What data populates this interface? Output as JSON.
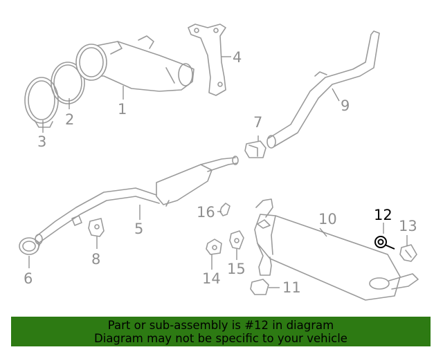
{
  "diagram": {
    "callouts": [
      {
        "id": "1",
        "label": "1"
      },
      {
        "id": "2",
        "label": "2"
      },
      {
        "id": "3",
        "label": "3"
      },
      {
        "id": "4",
        "label": "4"
      },
      {
        "id": "5",
        "label": "5"
      },
      {
        "id": "6",
        "label": "6"
      },
      {
        "id": "7",
        "label": "7"
      },
      {
        "id": "8",
        "label": "8"
      },
      {
        "id": "9",
        "label": "9"
      },
      {
        "id": "10",
        "label": "10"
      },
      {
        "id": "11",
        "label": "11"
      },
      {
        "id": "12",
        "label": "12"
      },
      {
        "id": "13",
        "label": "13"
      },
      {
        "id": "14",
        "label": "14"
      },
      {
        "id": "15",
        "label": "15"
      },
      {
        "id": "16",
        "label": "16"
      }
    ],
    "highlighted_part": "12",
    "highlight_color": "#000000",
    "part_color": "#9a9a9a"
  },
  "banner": {
    "line1": "Part or sub-assembly is #12 in diagram",
    "line2": "Diagram may not be specific to your vehicle",
    "background": "#2d7a13"
  }
}
